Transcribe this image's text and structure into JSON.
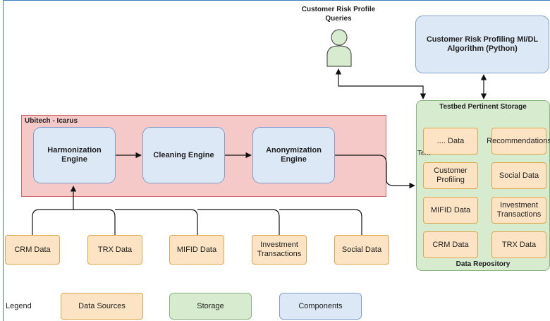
{
  "top": {
    "queries_label": "Customer Risk Profile Queries",
    "algorithm_label": "Customer Risk Profiling MI/DL Algorithm (Python)"
  },
  "icarus": {
    "title": "Ubitech - Icarus",
    "harmonization": "Harmonization Engine",
    "cleaning": "Cleaning Engine",
    "anonymization": "Anonymization Engine"
  },
  "storage": {
    "title": "Testbed Pertinent Storage",
    "footer": "Data Repository",
    "stray_text": "Text",
    "items": [
      ".... Data",
      "Recommendations",
      "Customer Profiling",
      "Social Data",
      "MIFID Data",
      "Investment Transactions",
      "CRM Data",
      "TRX Data"
    ]
  },
  "sources": [
    "CRM Data",
    "TRX Data",
    "MIFID Data",
    "Investment Transactions",
    "Social Data"
  ],
  "legend": {
    "label": "Legend",
    "data_sources": "Data Sources",
    "storage": "Storage",
    "components": "Components"
  },
  "colors": {
    "source_fill": "#fce3c4",
    "storage_fill": "#d7eccf",
    "component_fill": "#dde8f6",
    "icarus_fill": "#f6c9c9"
  }
}
